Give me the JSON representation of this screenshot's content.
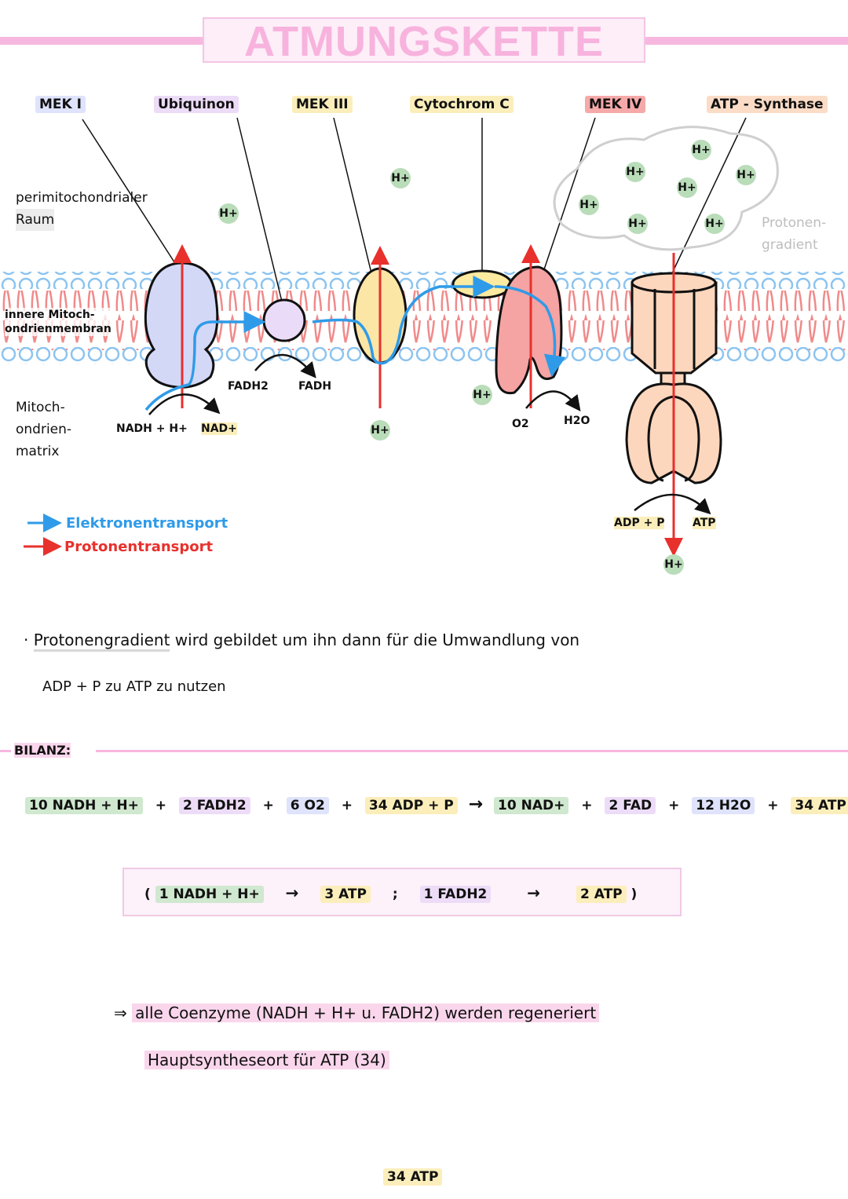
{
  "title": "ATMUNGSKETTE",
  "complex_labels": [
    {
      "key": "mek1",
      "text": "MEK I"
    },
    {
      "key": "ubiquinon",
      "text": "Ubiquinon"
    },
    {
      "key": "mek3",
      "text": "MEK III"
    },
    {
      "key": "cytochrom",
      "text": "Cytochrom C"
    },
    {
      "key": "mek4",
      "text": "MEK IV"
    },
    {
      "key": "atp_synthase",
      "text": "ATP - Synthase"
    }
  ],
  "regions": {
    "intermembrane": [
      "perimitochondrialer",
      "Raum"
    ],
    "membrane": [
      "innere Mitoch-",
      "ondrienmembran"
    ],
    "matrix": [
      "Mitoch-",
      "ondrien-",
      "matrix"
    ],
    "gradient": [
      "Protonen-",
      "gradient"
    ]
  },
  "proton": "H+",
  "reactions": {
    "nadh": "NADH + H+",
    "nad": "NAD+",
    "fadh2": "FADH2",
    "fadh": "FADH",
    "o2": "O2",
    "h2o": "H2O",
    "adp": "ADP + P",
    "atp": "ATP"
  },
  "legend": {
    "electron": "Elektronentransport",
    "proton": "Protonentransport",
    "electron_color": "#2f9be8",
    "proton_color": "#e8302c"
  },
  "note": {
    "bullet": "·",
    "highlight": "Protonengradient",
    "line1_rest": "wird gebildet um ihn dann für die Umwandlung von",
    "line2": "ADP + P zu ATP zu nutzen"
  },
  "bilanz": {
    "heading": "BILANZ:",
    "terms_left": [
      "10 NADH + H+",
      "2 FADH2",
      "6 O2",
      "34 ADP + P"
    ],
    "arrow": "→",
    "terms_right": [
      "10 NAD+",
      "2 FAD",
      "12 H2O",
      "34 ATP"
    ],
    "plus": "+"
  },
  "ratio": {
    "open": "(",
    "nadh": "1 NADH + H+",
    "nadh_yield": "3 ATP",
    "sep": ";",
    "fadh2": "1 FADH2",
    "fadh2_yield": "2 ATP",
    "close": ")",
    "arrow": "→"
  },
  "conclusion": {
    "arrow": "⇒",
    "line1": "alle Coenzyme (NADH + H+ u. FADH2) werden regeneriert",
    "line2": "Hauptsyntheseort für ATP (34)"
  },
  "total": "34 ATP",
  "colors": {
    "mek1": "#d3d8f7",
    "ubiquinon": "#eadcf8",
    "mek3": "#fbe6a6",
    "cytochrom": "#fbeaa0",
    "mek4": "#f5a3a3",
    "atp_synthase": "#fcd6bd",
    "proton_bg": "#b9dcb9",
    "title_pink": "#f7b3dd"
  }
}
